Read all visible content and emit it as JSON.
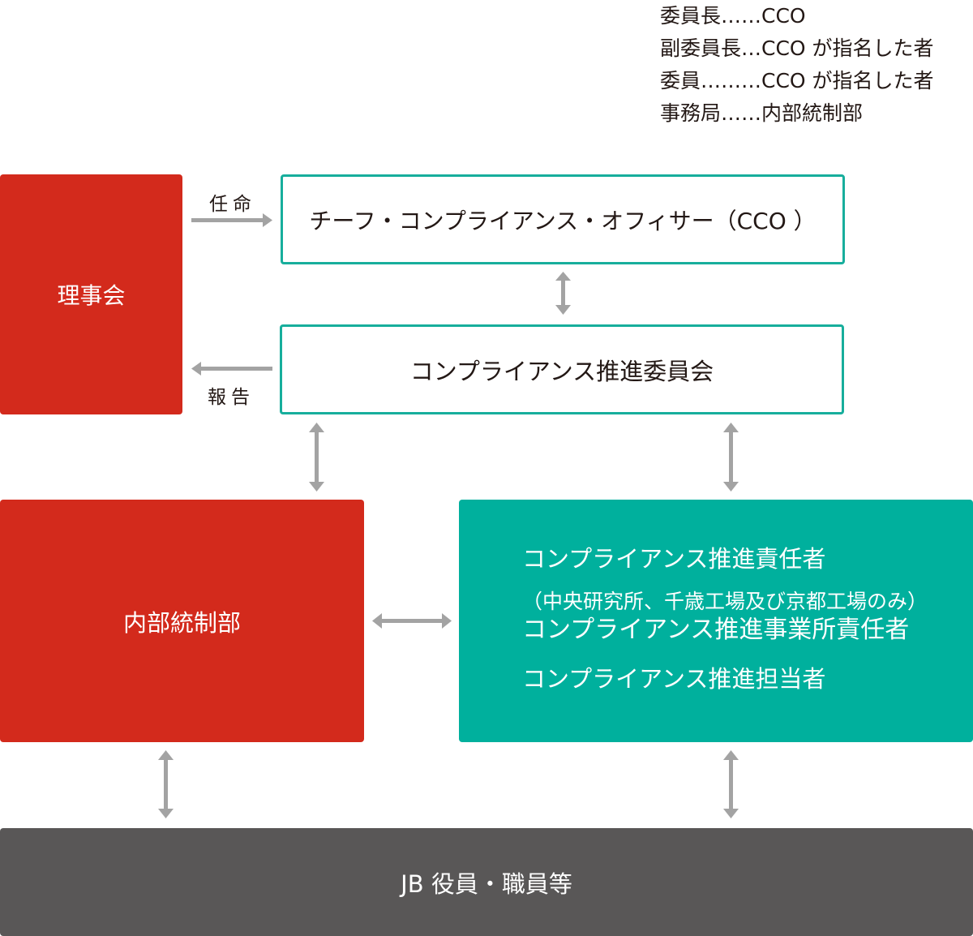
{
  "legend": [
    {
      "role": "委員長",
      "dots": "……",
      "value": "CCO"
    },
    {
      "role": "副委員長",
      "dots": "…",
      "value": "CCO が指名した者"
    },
    {
      "role": "委員",
      "dots": "………",
      "value": "CCO が指名した者"
    },
    {
      "role": "事務局",
      "dots": "……",
      "value": "内部統制部"
    }
  ],
  "nodes": {
    "board": "理事会",
    "cco": "チーフ・コンプライアンス・オフィサー（CCO ）",
    "committee": "コンプライアンス推進委員会",
    "internal_control": "内部統制部",
    "promoters": {
      "line1": "コンプライアンス推進責任者",
      "line2": "（中央研究所、千歳工場及び京都工場のみ）",
      "line3": "コンプライアンス推進事業所責任者",
      "line4": "コンプライアンス推進担当者"
    },
    "staff": "JB 役員・職員等"
  },
  "edges": {
    "appoint_label": "任命",
    "report_label": "報告"
  },
  "colors": {
    "red": "#d32a1c",
    "teal": "#00b09d",
    "gray_box": "#595757",
    "arrow": "#a3a3a3"
  }
}
